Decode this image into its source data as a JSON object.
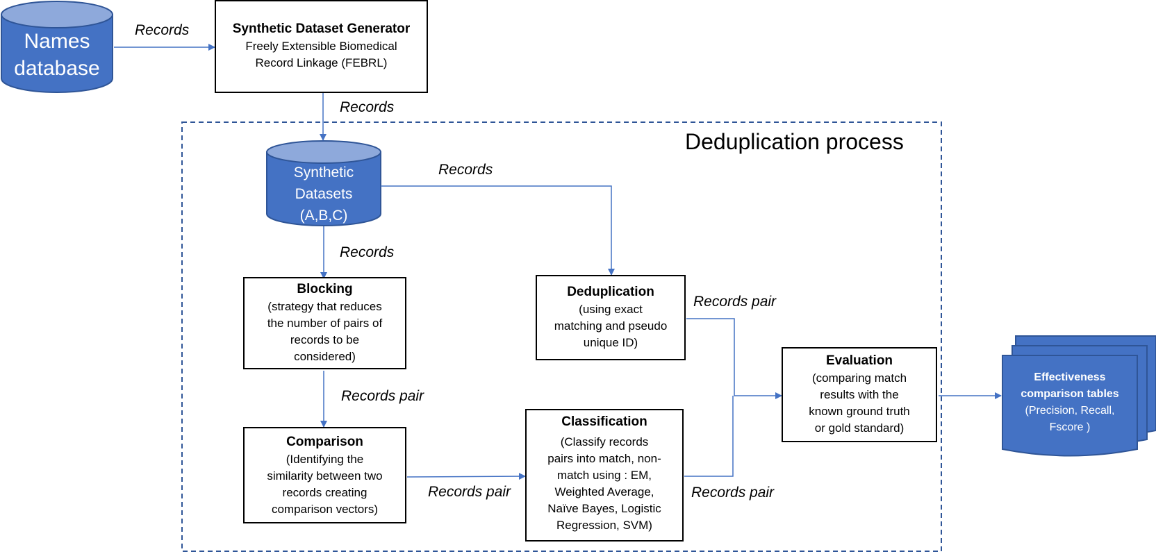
{
  "databases": {
    "names": [
      "Names",
      "database"
    ],
    "synthetic": [
      "Synthetic",
      "Datasets",
      "(A,B,C)"
    ]
  },
  "generator": {
    "title": "Synthetic Dataset Generator",
    "lines": [
      "Freely Extensible Biomedical",
      "Record Linkage (FEBRL)"
    ]
  },
  "process_title": "Deduplication process",
  "boxes": {
    "blocking": {
      "title": "Blocking",
      "lines": [
        "(strategy that reduces",
        "the number of pairs of",
        "records to be",
        "considered)"
      ]
    },
    "comparison": {
      "title": "Comparison",
      "lines": [
        "(Identifying the",
        "similarity between  two",
        "records creating",
        "comparison vectors)"
      ]
    },
    "deduplication": {
      "title": "Deduplication",
      "lines": [
        "(using exact",
        "matching and pseudo",
        "unique ID)"
      ]
    },
    "classification": {
      "title": "Classification",
      "lines": [
        "(Classify records",
        "pairs into match, non-",
        "match using : EM,",
        "Weighted Average,",
        "Naïve Bayes, Logistic",
        "Regression, SVM)"
      ]
    },
    "evaluation": {
      "title": "Evaluation",
      "lines": [
        "(comparing match",
        "results with the",
        "known ground truth",
        "or gold standard)"
      ]
    }
  },
  "output": {
    "title_lines": [
      "Effectiveness",
      "comparison tables"
    ],
    "lines": [
      "(Precision, Recall,",
      "Fscore )"
    ]
  },
  "edge_labels": {
    "names_to_generator": "Records",
    "generator_to_datasets": "Records",
    "datasets_to_dedup": "Records",
    "datasets_to_blocking": "Records",
    "blocking_to_comparison": "Records pair",
    "comparison_to_classification": "Records pair",
    "dedup_to_evaluation": "Records pair",
    "classification_to_evaluation": "Records pair"
  },
  "colors": {
    "fill": "#4472C4",
    "top": "#8EA9DB",
    "stroke": "#2F5597",
    "line": "#4472C4"
  }
}
